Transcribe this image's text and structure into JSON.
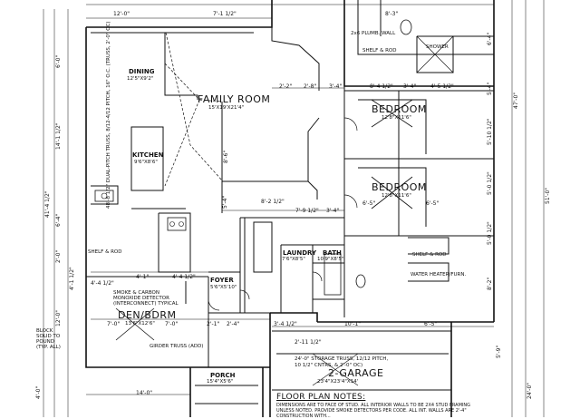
{
  "rooms": {
    "family_room": {
      "name": "FAMILY ROOM",
      "size": "15'X19'X21'4\""
    },
    "dining": {
      "name": "DINING",
      "size": "12'5\"X9'2\""
    },
    "kitchen": {
      "name": "KITCHEN",
      "size": "9'6\"X8'6\""
    },
    "bedroom_1": {
      "name": "BEDROOM",
      "size": "12'8\"X11'6\""
    },
    "bedroom_2": {
      "name": "BEDROOM",
      "size": "12'8\"X11'6\""
    },
    "den": {
      "name": "DEN/BDRM",
      "size": "13'6\"X12'6\""
    },
    "laundry": {
      "name": "LAUNDRY",
      "size": "7'6\"X8'5\""
    },
    "bath": {
      "name": "BATH",
      "size": "10'9\"X8'5\""
    },
    "foyer": {
      "name": "FOYER",
      "size": "5'6\"X5'10\""
    },
    "porch": {
      "name": "PORCH",
      "size": "15'4\"X5'6\""
    },
    "garage": {
      "name": "2-GARAGE",
      "size": "23'4\"X23'4\"X14'"
    },
    "plumb_wall": {
      "name": "2x6 PLUMB. WALL"
    },
    "shower": {
      "name": "SHOWER"
    },
    "shelf_rod_1": {
      "name": "SHELF & ROD"
    },
    "shelf_rod_2": {
      "name": "SHELF & ROD"
    },
    "shelf_rod_3": {
      "name": "SHELF & ROD"
    },
    "water_heater": {
      "name": "WATER HEATER/FURN."
    }
  },
  "annotations": {
    "truss_note": "48'-8 1/2\" DUAL-PITCH TRUSS, 8/12-4/12 PITCH, 16\" O.C. (TRUSS, 2'-0\" OC)",
    "smoke_detector": "SMOKE & CARBON MONOXIDE DETECTOR (INTERCONNECT) TYPICAL",
    "storage_truss": "24'-0\" STORAGE TRUSS, 12/12 PITCH,",
    "storage_truss_2": "10 1/2\" CNTRS. & 2'-0\" OC)",
    "girder_truss": "GIRDER TRUSS (ADD)",
    "block_solid": "BLOCK SOLID TO POUND (TYP. ALL)"
  },
  "notes": {
    "title": "FLOOR PLAN NOTES:",
    "body": "DIMENSIONS ARE TO FACE OF STUD. ALL INTERIOR WALLS TO BE 2X4 STUD FRAMING UNLESS NOTED. PROVIDE SMOKE DETECTORS PER CODE. ALL INT. WALLS ARE 2'-4\" CONSTRUCTION WITH..."
  },
  "dimensions": {
    "top_left": "6'-0\"",
    "left_1": "14'-1 1/2\"",
    "left_total": "41'-4 1/2\"",
    "left_2": "6'-4\"",
    "left_3": "2'-0\"",
    "left_4": "4'-1 1/2\"",
    "left_5": "12'-0\"",
    "left_6": "4'-0\"",
    "right_total": "47'-0\"",
    "right_total_2": "51'-0\"",
    "right_1": "6'-4\"",
    "right_2": "5'-4\"",
    "right_3": "5'-10 1/2\"",
    "right_4": "5'-0 1/2\"",
    "right_5": "5'-0 1/2\"",
    "right_6": "8'-2\"",
    "right_7": "5'-9\"",
    "right_8": "24'-0\"",
    "d_2_2": "2'-2\"",
    "d_2_8": "2'-8\"",
    "d_3_4": "3'-4\"",
    "d_8_4": "8'-4 1/2\"",
    "d_3_4b": "3'-4\"",
    "d_4_5": "4'-5 1/2\"",
    "d_8_2": "8'-2 1/2\"",
    "d_7_9": "7'-9 1/2\"",
    "d_3_4c": "3'-4\"",
    "d_6_5": "6'-5\"",
    "d_6_5b": "6'-5\"",
    "d_4_1": "4'-1\"",
    "d_4_4": "4'-4 1/2\"",
    "d_4_4b": "4'-4 1/2\"",
    "d_7_0": "7'-0\"",
    "d_7_0b": "7'-0\"",
    "d_2_1": "2'-1\"",
    "d_2_4": "2'-4\"",
    "d_3_4d": "3'-4 1/2\"",
    "d_10_1": "10'-1\"",
    "d_6_5c": "6'-5\"",
    "d_2_11": "2'-11 1/2\"",
    "d_14_0": "14'-0\"",
    "d_12_0": "12'-0\"",
    "d_7_1": "7'-1 1/2\"",
    "d_8_3": "8'-3\"",
    "d_5_4": "5'-4\"",
    "d_8_6": "8'-6\""
  }
}
